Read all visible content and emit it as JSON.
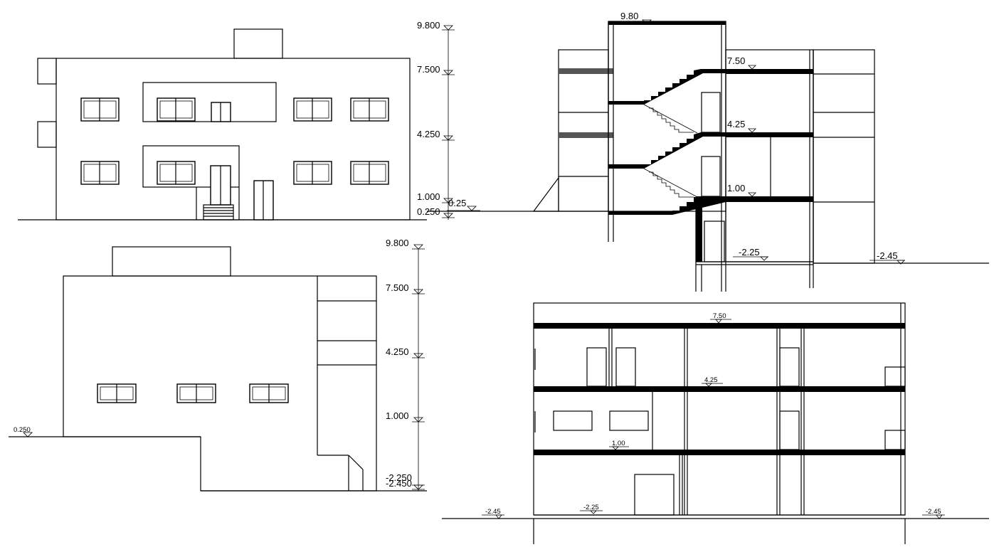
{
  "front_elevation": {
    "levels": [
      "9.800",
      "7.500",
      "4.250",
      "1.000",
      "0.250"
    ],
    "side_mark": "0.25"
  },
  "rear_elevation": {
    "levels": [
      "9.800",
      "7.500",
      "4.250",
      "1.000",
      "-2.250",
      "-2.450"
    ],
    "ground_mark": "0.250"
  },
  "section_a": {
    "top_mark": "9.80",
    "levels": [
      "7.50",
      "4.25",
      "1.00",
      "-2.25",
      "-2.45"
    ]
  },
  "section_b": {
    "levels": [
      "7.50",
      "4.25",
      "1.00",
      "-2.25"
    ],
    "ground_left": "-2.45",
    "ground_right": "-2.45"
  },
  "colors": {
    "line": "#000000",
    "background": "#ffffff"
  }
}
